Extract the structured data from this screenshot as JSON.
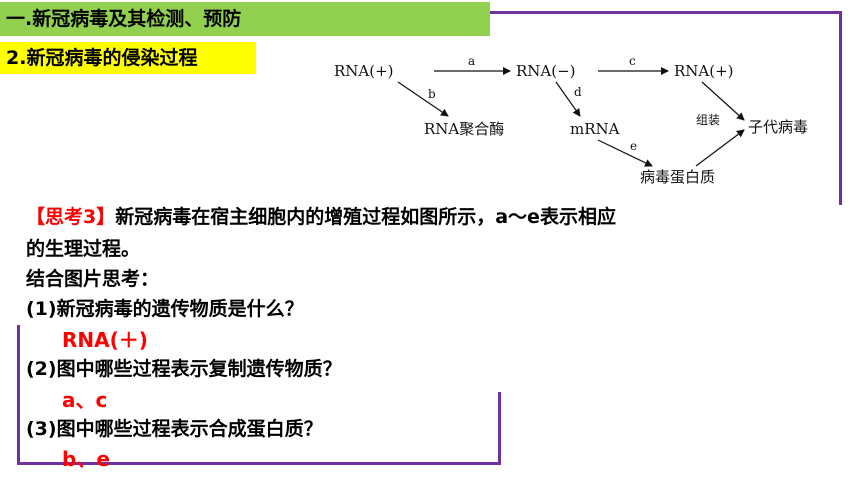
{
  "header": {
    "section_title": "一.新冠病毒及其检测、预防",
    "subsection_title": "2.新冠病毒的侵染过程"
  },
  "diagram": {
    "nodes": {
      "rna_pos": "RNA(+)",
      "rna_neg": "RNA(−)",
      "rna_pos2": "RNA(+)",
      "rna_polymerase": "RNA聚合酶",
      "mrna": "mRNA",
      "child_virus": "子代病毒",
      "virus_protein": "病毒蛋白质"
    },
    "labels": {
      "a": "a",
      "b": "b",
      "c": "c",
      "d": "d",
      "e": "e",
      "assemble": "组装"
    }
  },
  "question": {
    "prefix": "【思考3】",
    "stem_line1": "新冠病毒在宿主细胞内的增殖过程如图所示，a～e表示相应",
    "stem_line2": "的生理过程。",
    "prompt": "结合图片思考：",
    "q1": "(1)新冠病毒的遗传物质是什么？",
    "a1": "RNA(＋)",
    "q2": "(2)图中哪些过程表示复制遗传物质？",
    "a2": "a、c",
    "q3": "(3)图中哪些过程表示合成蛋白质？",
    "a3": "b、e"
  },
  "colors": {
    "green_bar": "#92d050",
    "yellow_bar": "#ffff00",
    "answer_red": "#ff0000",
    "frame_purple": "#7030a0"
  }
}
